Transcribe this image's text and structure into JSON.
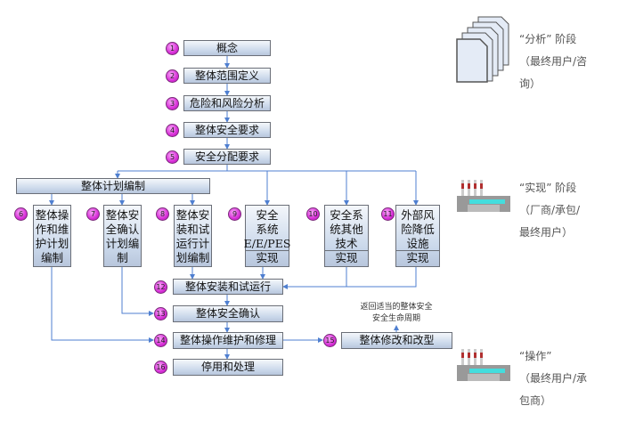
{
  "steps": [
    {
      "num": "1",
      "label": "概念"
    },
    {
      "num": "2",
      "label": "整体范围定义"
    },
    {
      "num": "3",
      "label": "危险和风险分析"
    },
    {
      "num": "4",
      "label": "整体安全要求"
    },
    {
      "num": "5",
      "label": "安全分配要求"
    }
  ],
  "plan_bar": "整体计划编制",
  "plans": [
    {
      "num": "6",
      "lines": [
        "整体操",
        "作和维",
        "护计划",
        "编制"
      ]
    },
    {
      "num": "7",
      "lines": [
        "整体安",
        "全确认",
        "计划编",
        "制"
      ]
    },
    {
      "num": "8",
      "lines": [
        "整体安",
        "装和试",
        "运行计",
        "划编制"
      ]
    }
  ],
  "realize": [
    {
      "num": "9",
      "lines": [
        "安全",
        "系统",
        "E/E/PES"
      ],
      "impl": "实现"
    },
    {
      "num": "10",
      "lines": [
        "安全系",
        "统其他",
        "技术"
      ],
      "impl": "实现"
    },
    {
      "num": "11",
      "lines": [
        "外部风",
        "险降低",
        "设施"
      ],
      "impl": "实现"
    }
  ],
  "lower": [
    {
      "num": "12",
      "label": "整体安装和试运行"
    },
    {
      "num": "13",
      "label": "整体安全确认"
    },
    {
      "num": "14",
      "label": "整体操作维护和修理"
    },
    {
      "num": "16",
      "label": "停用和处理"
    }
  ],
  "modify": {
    "num": "15",
    "label": "整体修改和改型"
  },
  "return_note": [
    "返回适当的整体安全",
    "安全生命周期"
  ],
  "phases": [
    {
      "icon": "documents-icon",
      "lines": [
        "“分析” 阶段",
        "（最终用户/咨",
        "询）"
      ]
    },
    {
      "icon": "factory-icon",
      "lines": [
        "“实现” 阶段",
        "（厂商/承包/",
        "最终用户）"
      ]
    },
    {
      "icon": "factory-icon",
      "lines": [
        "“操作”",
        "（最终用户/承",
        "包商）"
      ]
    }
  ],
  "colors": {
    "line": "#4f7fd0",
    "circle": "#d830d8",
    "box_border": "#6b6f78"
  }
}
